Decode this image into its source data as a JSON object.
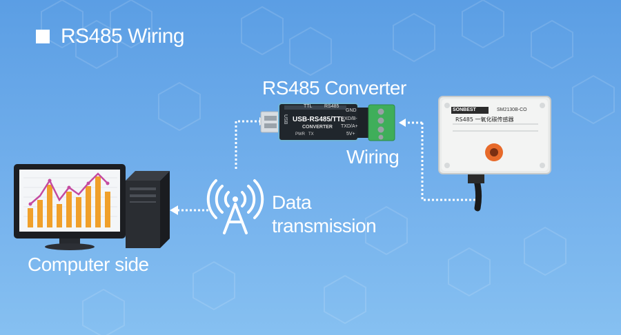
{
  "title": "RS485 Wiring",
  "labels": {
    "converter": "RS485 Converter",
    "wiring": "Wiring",
    "data_line1": "Data",
    "data_line2": "transmission",
    "computer": "Computer side"
  },
  "converter_device": {
    "ttl": "TTL",
    "rs485": "RS485",
    "main": "USB-RS485/TTL",
    "sub": "CONVERTER",
    "usb": "USB",
    "pwr": "PWR",
    "tx": "TX",
    "pins": [
      "GND",
      "RXD/B-",
      "TXD/A+",
      "5V+"
    ]
  },
  "sensor_device": {
    "brand": "SONBEST",
    "model": "SM2130B-CO",
    "line": "RS485  一氧化碳传感器"
  },
  "colors": {
    "background": "#6aa9ea",
    "text": "#ffffff",
    "terminal": "#3fae5a",
    "bar": "#f0a02a",
    "trend": "#c44aa0"
  }
}
